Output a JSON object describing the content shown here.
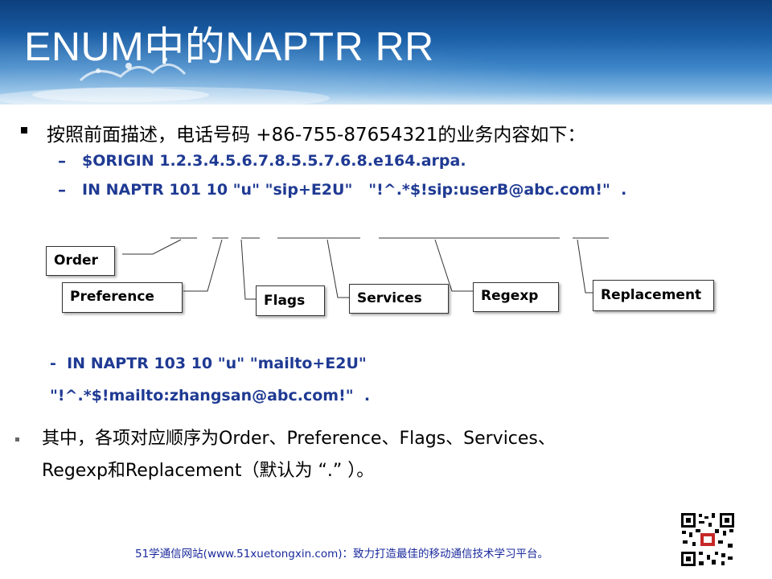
{
  "title": "ENUM中的NAPTR RR",
  "bullet1": "按照前面描述，电话号码 +86-755-87654321的业务内容如下：",
  "sub1": "$ORIGIN 1.2.3.4.5.6.7.8.5.5.7.6.8.e164.arpa.",
  "sub2": "IN NAPTR 101 10 \"u\" \"sip+E2U\"   \"!^.*$!sip:userB@abc.com!\"  .",
  "sub3_line1": "-  IN NAPTR 103 10 \"u\" \"mailto+E2U\"",
  "sub3_line2": "\"!^.*$!mailto:zhangsan@abc.com!\"  .",
  "fields": {
    "order": "Order",
    "preference": "Preference",
    "flags": "Flags",
    "services": "Services",
    "regexp": "Regexp",
    "replacement": "Replacement"
  },
  "bullet2_line1": "其中，各项对应顺序为Order、Preference、Flags、Services、",
  "bullet2_line2": "Regexp和Replacement（默认为 “.” ）。",
  "footer": "51学通信网站(www.51xuetongxin.com)：致力打造最佳的移动通信技术学习平台。",
  "colors": {
    "accent": "#1f3a93",
    "footer_text": "#1a2a9c",
    "header_blue": "#1a5ea6"
  }
}
